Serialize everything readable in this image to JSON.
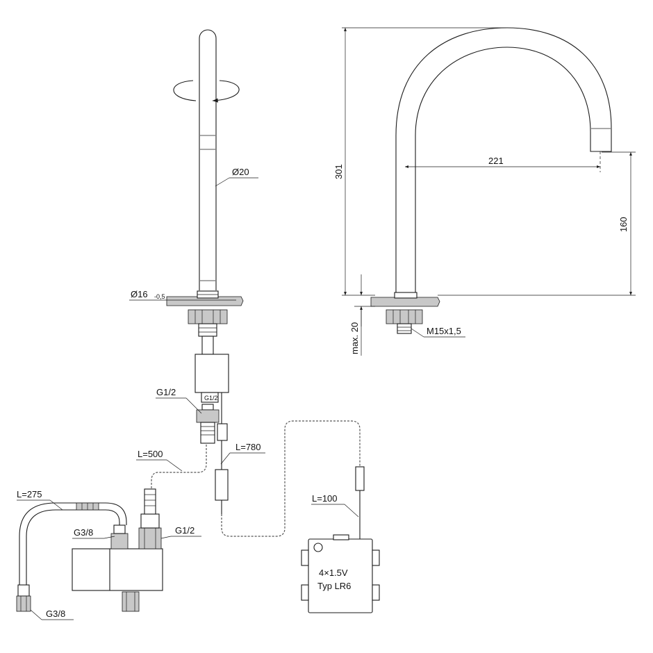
{
  "labels": {
    "spout_diameter": "Ø20",
    "base_diameter": "Ø16",
    "base_tolerance": "-0,5",
    "height_301": "301",
    "reach_221": "221",
    "height_160": "160",
    "max_20": "max. 20",
    "thread_m15": "M15x1,5",
    "g12_upper": "G1/2",
    "g12_lower": "G1/2",
    "l500": "L=500",
    "l780": "L=780",
    "l275": "L=275",
    "l100": "L=100",
    "g38_upper": "G3/8",
    "g38_lower": "G3/8",
    "battery_line1": "4×1.5V",
    "battery_line2": "Typ LR6"
  },
  "icons": {
    "rotation": "rotation-arrow-icon"
  }
}
